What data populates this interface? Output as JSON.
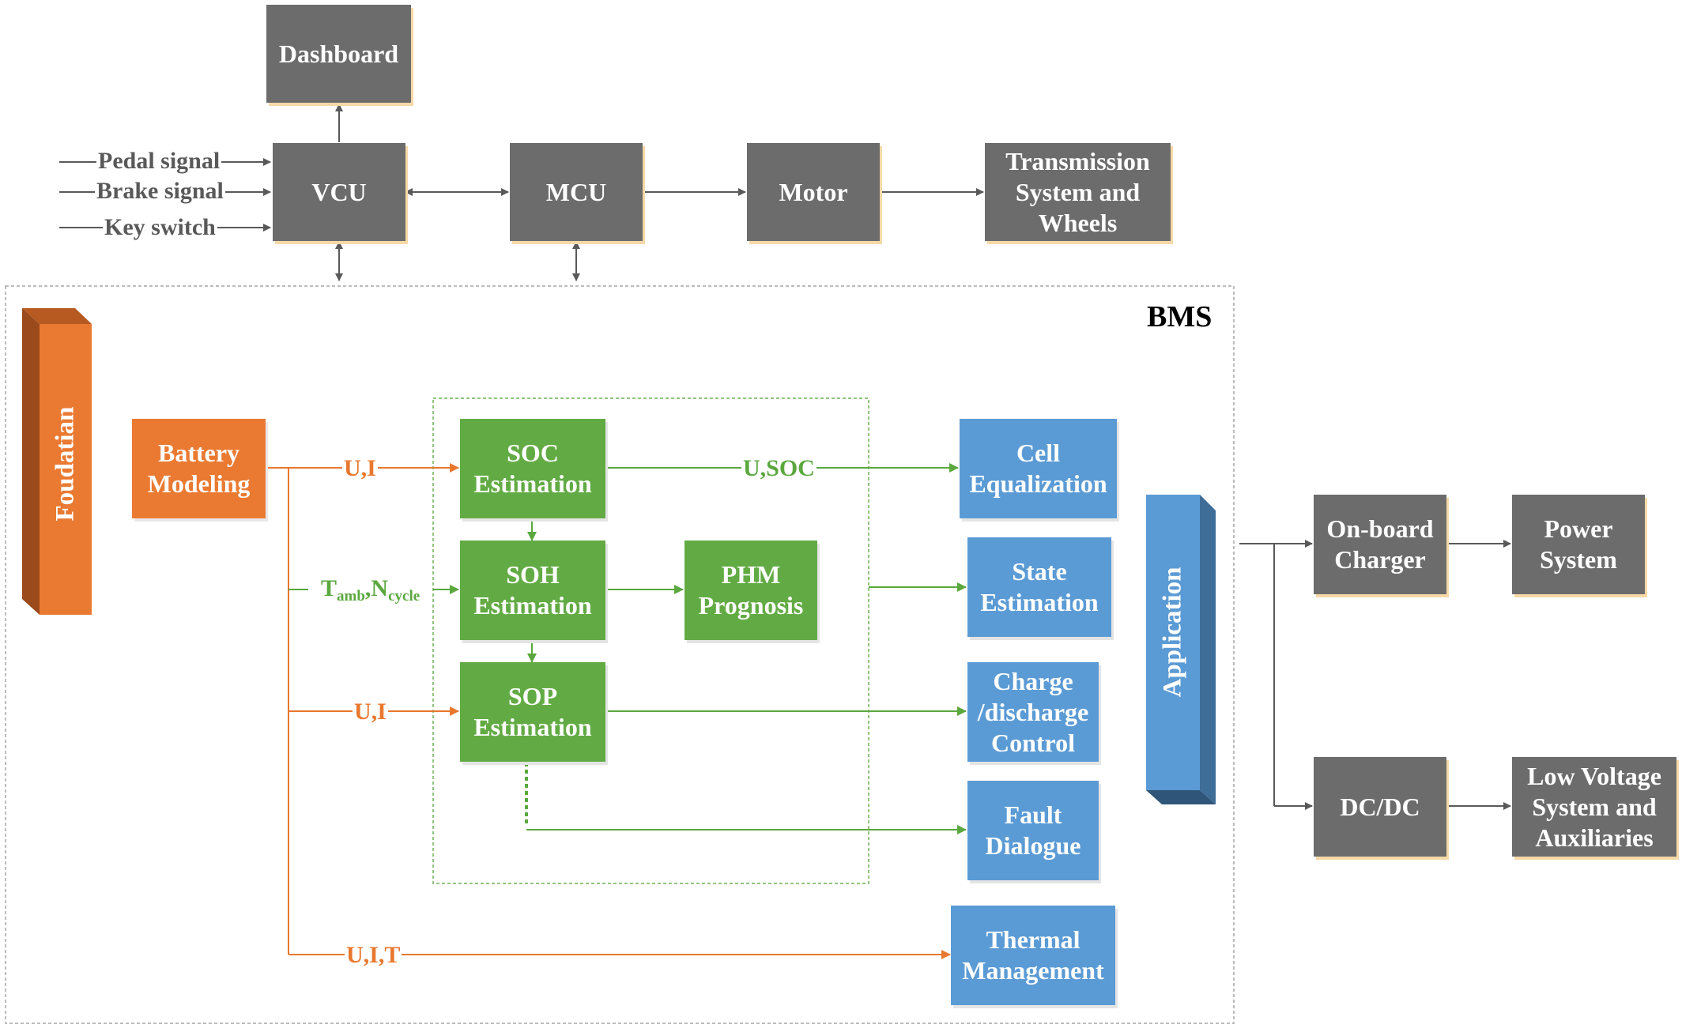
{
  "top": {
    "dashboard": "Dashboard",
    "vcu": "VCU",
    "mcu": "MCU",
    "motor": "Motor",
    "transmission": "Transmission\nSystem and\nWheels",
    "inputs": [
      "Pedal signal",
      "Brake signal",
      "Key switch"
    ]
  },
  "bms": {
    "title": "BMS",
    "foundation": "Foudatian",
    "battery_modeling": "Battery\nModeling",
    "estimation": {
      "soc": "SOC\nEstimation",
      "soh": "SOH\nEstimation",
      "sop": "SOP\nEstimation",
      "phm": "PHM\nPrognosis"
    },
    "outputs": {
      "cell_equalization": "Cell\nEqualization",
      "state_estimation": "State\nEstimation",
      "charge_control": "Charge\n/discharge\nControl",
      "fault_dialogue": "Fault\nDialogue",
      "thermal_management": "Thermal\nManagement"
    },
    "signal_labels": {
      "ui_top": "U,I",
      "u_soc": "U,SOC",
      "t_amb_base": "T",
      "t_amb_sub": "amb",
      "n_cycle_base": ",N",
      "n_cycle_sub": "cycle",
      "ui_mid": "U,I",
      "uit": "U,I,T"
    }
  },
  "application": {
    "title": "Application",
    "onboard_charger": "On-board\nCharger",
    "power_system": "Power\nSystem",
    "dcdc": "DC/DC",
    "low_voltage": "Low Voltage\nSystem and\nAuxiliaries"
  },
  "colors": {
    "gray": "#6c6c6c",
    "orange": "#ea7a32",
    "green": "#62ab44",
    "blue": "#5b9bd5",
    "arrow_gray": "#595959",
    "arrow_orange": "#e8782f",
    "arrow_green": "#5aa83e"
  }
}
